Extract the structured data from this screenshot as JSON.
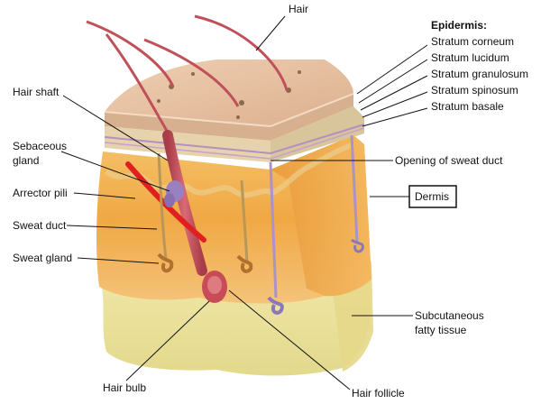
{
  "diagram": {
    "labels": {
      "hair": "Hair",
      "epidermis": "Epidermis:",
      "stratum_corneum": "Stratum corneum",
      "stratum_lucidum": "Stratum lucidum",
      "stratum_granulosum": "Stratum granulosum",
      "stratum_spinosum": "Stratum spinosum",
      "stratum_basale": "Stratum basale",
      "hair_shaft": "Hair shaft",
      "sebaceous_line1": "Sebaceous",
      "sebaceous_line2": "gland",
      "arrector_pili": "Arrector pili",
      "sweat_duct": "Sweat duct",
      "sweat_gland": "Sweat gland",
      "opening_sweat_duct": "Opening of sweat duct",
      "dermis": "Dermis",
      "subcutaneous_line1": "Subcutaneous",
      "subcutaneous_line2": "fatty tissue",
      "hair_bulb": "Hair bulb",
      "hair_follicle": "Hair follicle"
    },
    "colors": {
      "epidermis_top": "#e9c4a6",
      "epidermis_side": "#e6cfa8",
      "dermis": "#f0a844",
      "subcutaneous": "#ece6a0",
      "hair": "#c0505a",
      "arrector": "#e02020",
      "gland": "#9a80c0",
      "sweat": "#a993c8"
    }
  }
}
